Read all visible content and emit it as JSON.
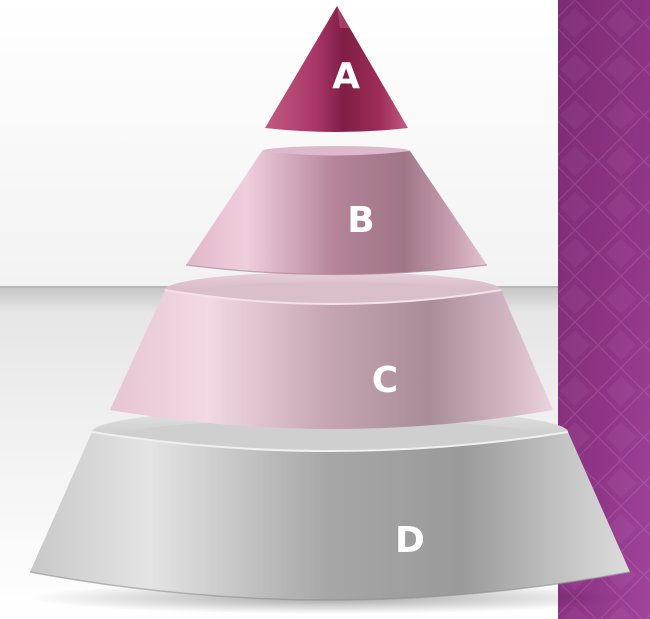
{
  "pyramid": {
    "tiers": [
      {
        "label": "A"
      },
      {
        "label": "B"
      },
      {
        "label": "C"
      },
      {
        "label": "D"
      }
    ]
  },
  "colors": {
    "tier_a": "#9b2a55",
    "tier_b": "#c48aa4",
    "tier_c": "#d6b0c1",
    "tier_d": "#a9a9a9",
    "side_panel": "#8d3384",
    "floor": "#d6d6d6"
  }
}
